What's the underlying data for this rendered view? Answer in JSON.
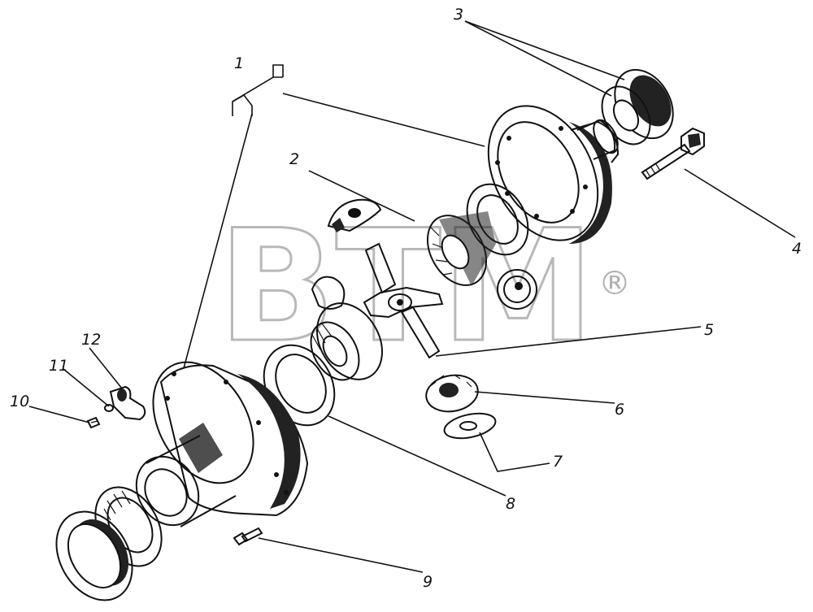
{
  "watermark": {
    "text": "BTM",
    "mark": "®"
  },
  "callouts": [
    {
      "id": "1",
      "label": "1"
    },
    {
      "id": "2",
      "label": "2"
    },
    {
      "id": "3",
      "label": "3"
    },
    {
      "id": "4",
      "label": "4"
    },
    {
      "id": "5",
      "label": "5"
    },
    {
      "id": "6",
      "label": "6"
    },
    {
      "id": "7",
      "label": "7"
    },
    {
      "id": "8",
      "label": "8"
    },
    {
      "id": "9",
      "label": "9"
    },
    {
      "id": "10",
      "label": "10"
    },
    {
      "id": "11",
      "label": "11"
    },
    {
      "id": "12",
      "label": "12"
    }
  ]
}
